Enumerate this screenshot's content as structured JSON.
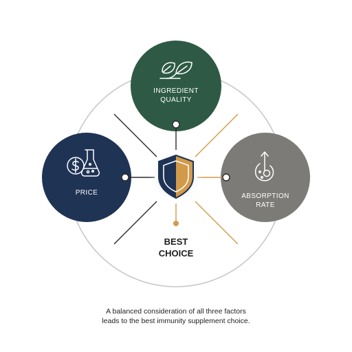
{
  "nodes": {
    "ingredient": {
      "label_line1": "INGREDIENT",
      "label_line2": "QUALITY",
      "color": "#2e5a45",
      "icon": "leaf-icon"
    },
    "price": {
      "label": "PRICE",
      "color": "#1f3355",
      "icon": "dollar-flask-icon"
    },
    "absorption": {
      "label_line1": "ABSORPTION",
      "label_line2": "RATE",
      "color": "#7c7b77",
      "icon": "absorption-cell-icon"
    }
  },
  "center": {
    "label_line1": "BEST",
    "label_line2": "CHOICE",
    "icon": "shield-icon",
    "shield_left_color": "#1f3355",
    "shield_right_color": "#d29a4b"
  },
  "caption": {
    "line1": "A balanced consideration of all three factors",
    "line2": "leads to the best immunity supplement choice."
  },
  "colors": {
    "ring": "#c8c8c8",
    "connector_dark": "#2a2a2a",
    "connector_gold": "#d29a4b"
  }
}
